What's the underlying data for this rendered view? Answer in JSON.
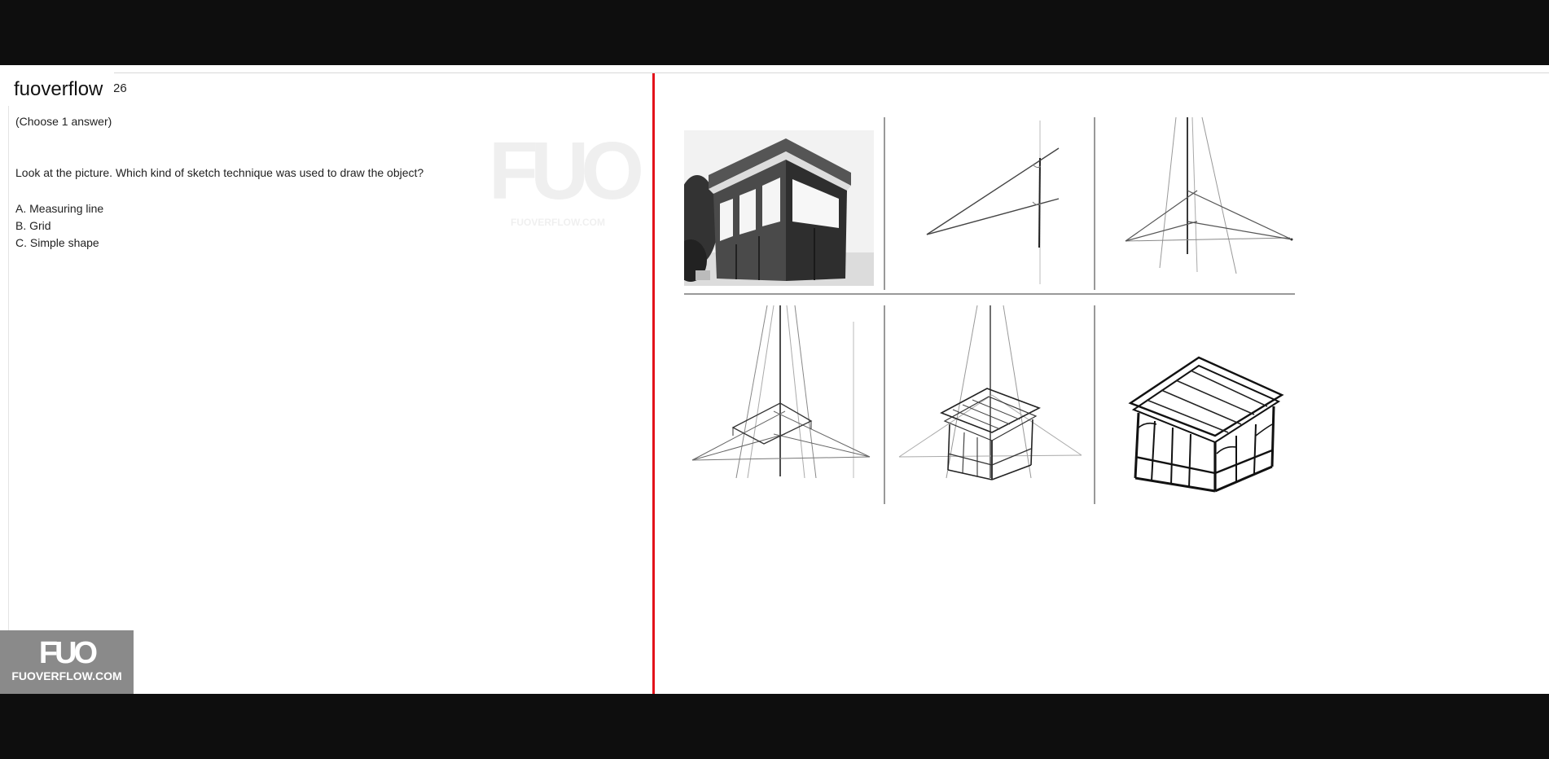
{
  "site": {
    "brand": "fuoverflow",
    "question_number_fragment": "26"
  },
  "question": {
    "instruction": "(Choose 1 answer)",
    "text": "Look at the picture. Which kind of sketch technique was used to draw the object?",
    "options": [
      "A. Measuring line",
      "B. Grid",
      "C. Simple shape"
    ]
  },
  "watermark": {
    "logo": "FUO",
    "url": "FUOVERFLOW.COM"
  },
  "corner_badge": {
    "logo": "FUO",
    "url": "FUOVERFLOW.COM"
  },
  "colors": {
    "divider": "#e3121b",
    "badge": "#8a8a8a"
  },
  "figure": {
    "panels": [
      "photo-of-gazebo",
      "two-lines-sketch",
      "perspective-lines-sketch",
      "guidelines-with-roof-sketch",
      "gazebo-construction-sketch",
      "finished-gazebo-sketch"
    ]
  }
}
